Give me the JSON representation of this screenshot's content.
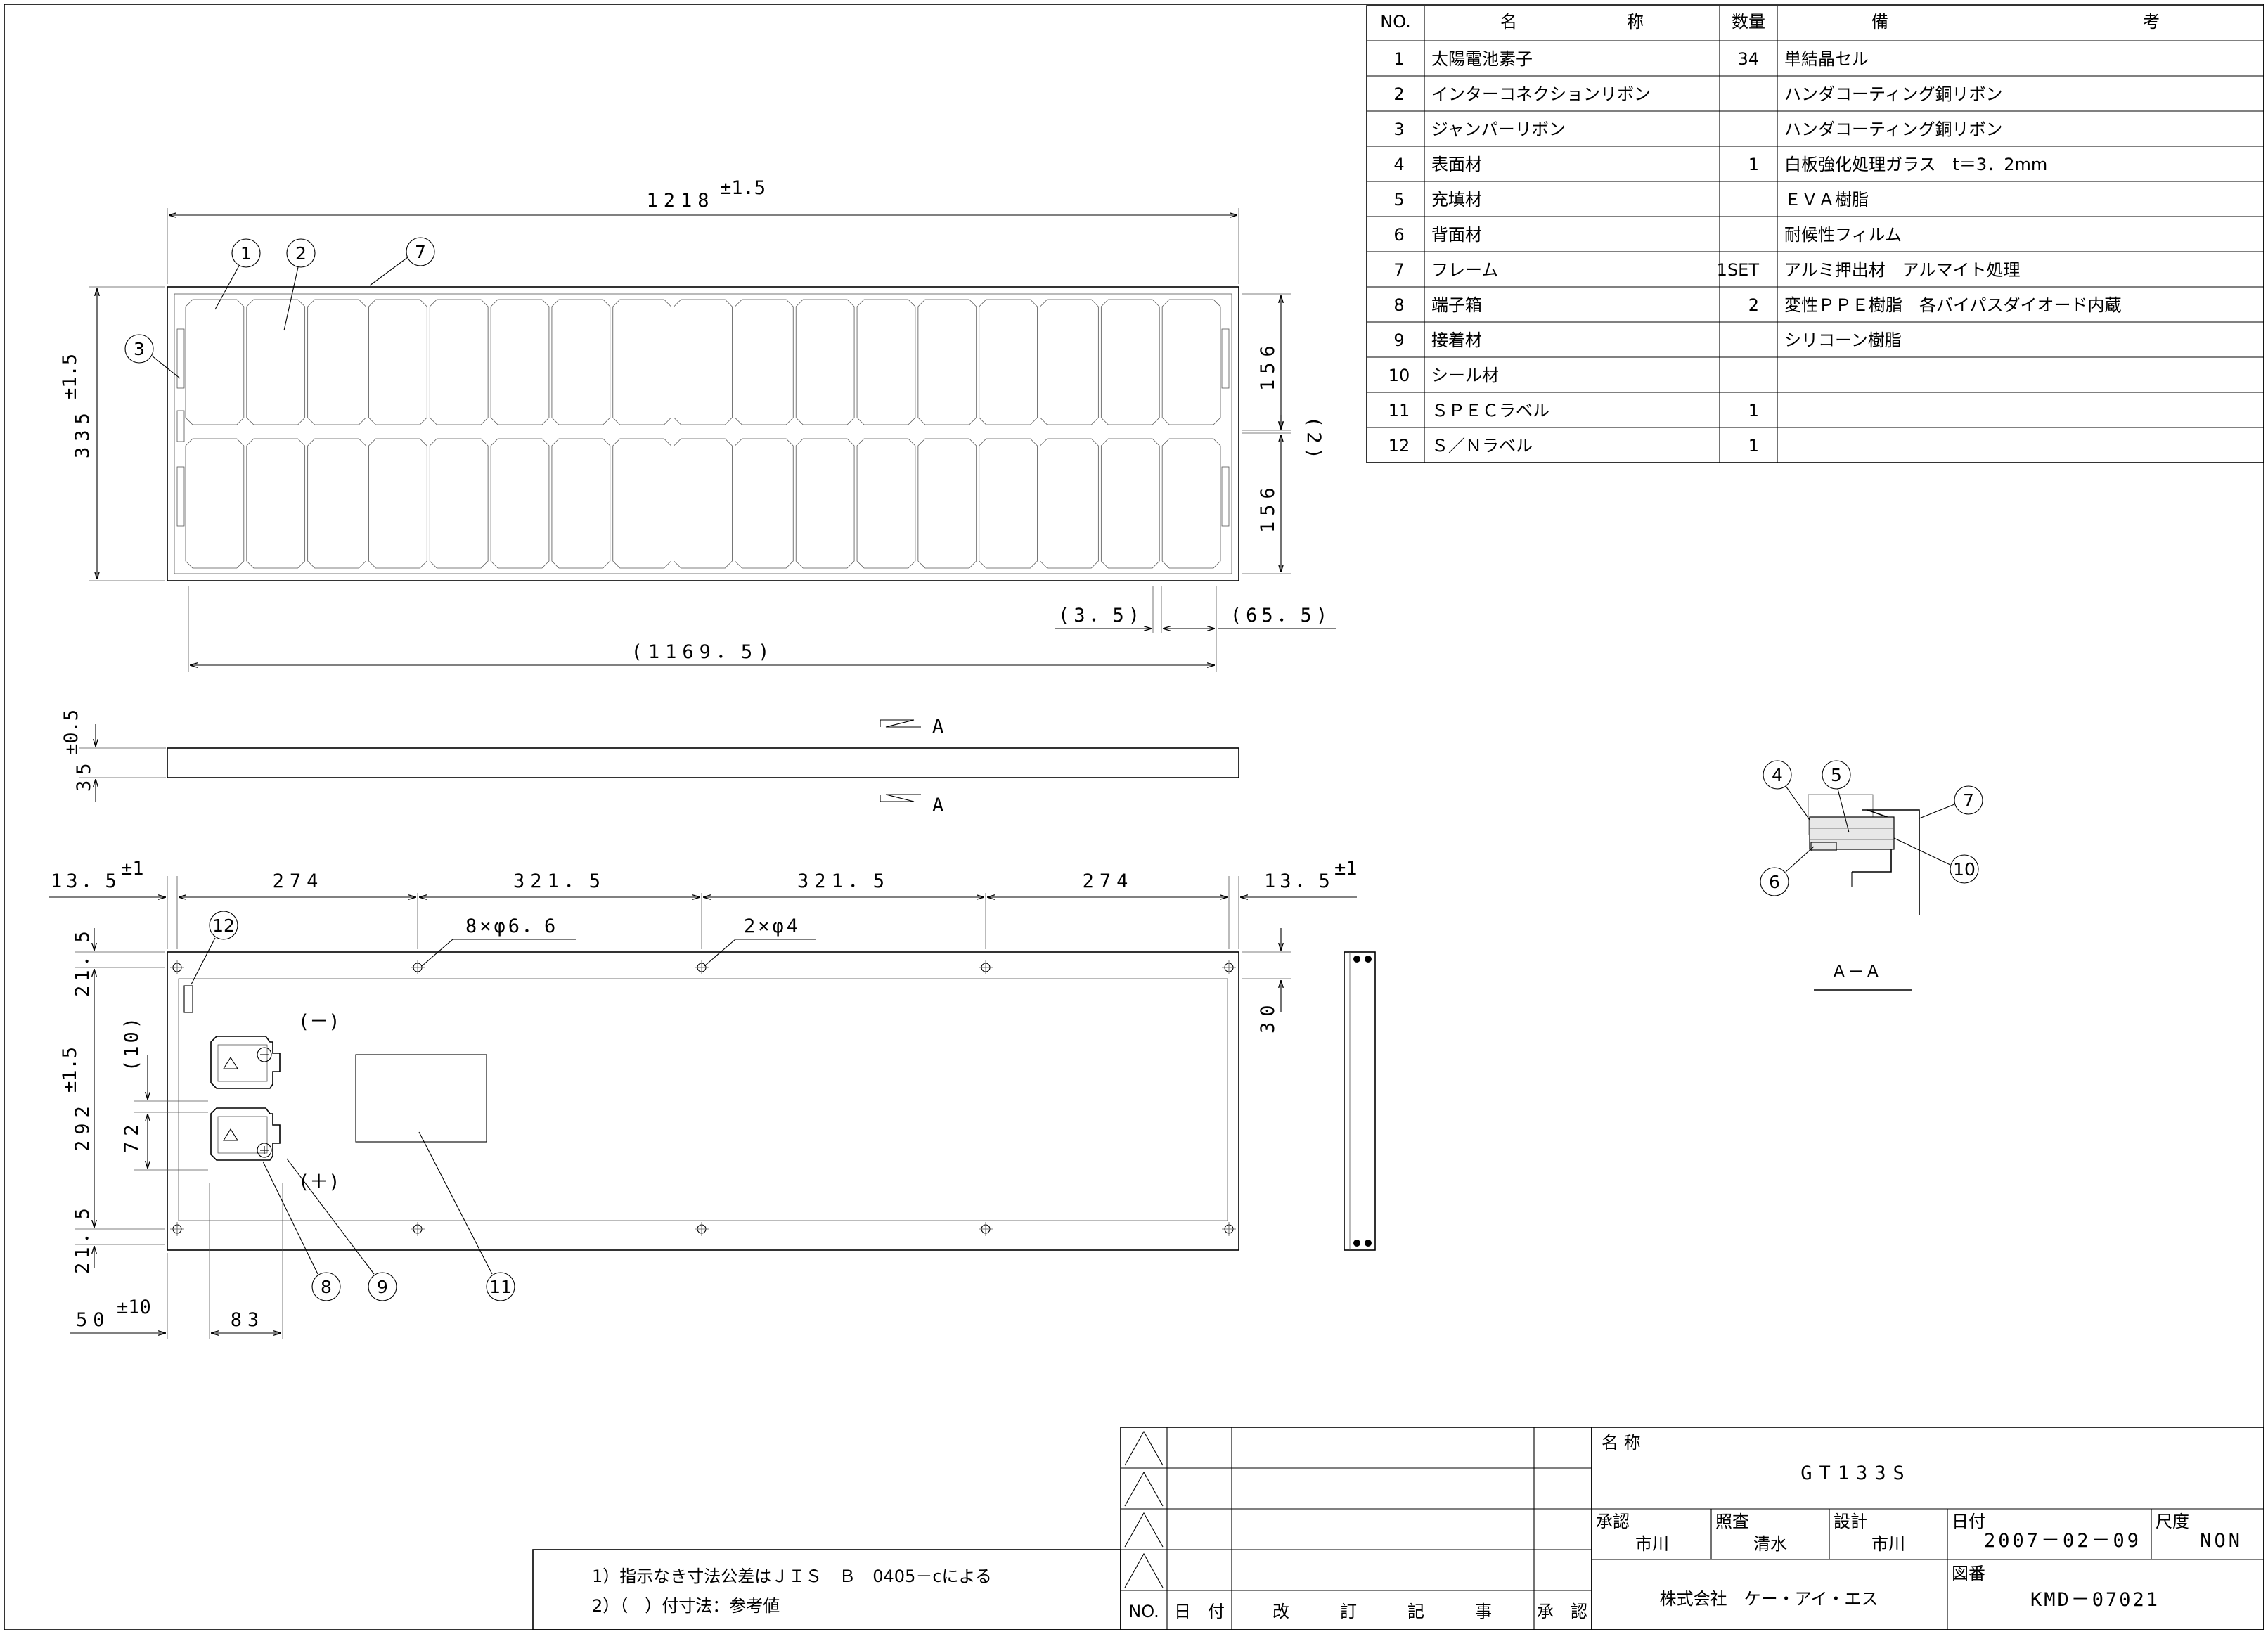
{
  "parts_table": {
    "headers": {
      "no": "NO.",
      "name_a": "名",
      "name_b": "称",
      "qty": "数量",
      "remark_a": "備",
      "remark_b": "考"
    },
    "rows": [
      {
        "no": "1",
        "name": "太陽電池素子",
        "qty": "34",
        "remark": "単結晶セル"
      },
      {
        "no": "2",
        "name": "インターコネクションリボン",
        "qty": "",
        "remark": "ハンダコーティング銅リボン"
      },
      {
        "no": "3",
        "name": "ジャンパーリボン",
        "qty": "",
        "remark": "ハンダコーティング銅リボン"
      },
      {
        "no": "4",
        "name": "表面材",
        "qty": "1",
        "remark": "白板強化処理ガラス　t＝3．2mm"
      },
      {
        "no": "5",
        "name": "充填材",
        "qty": "",
        "remark": "ＥＶＡ樹脂"
      },
      {
        "no": "6",
        "name": "背面材",
        "qty": "",
        "remark": "耐候性フィルム"
      },
      {
        "no": "7",
        "name": "フレーム",
        "qty": "1SET",
        "remark": "アルミ押出材　アルマイト処理"
      },
      {
        "no": "8",
        "name": "端子箱",
        "qty": "2",
        "remark": "変性ＰＰＥ樹脂　各バイパスダイオード内蔵"
      },
      {
        "no": "9",
        "name": "接着材",
        "qty": "",
        "remark": "シリコーン樹脂"
      },
      {
        "no": "10",
        "name": "シール材",
        "qty": "",
        "remark": ""
      },
      {
        "no": "11",
        "name": "ＳＰＥＣラベル",
        "qty": "1",
        "remark": ""
      },
      {
        "no": "12",
        "name": "Ｓ／Ｎラベル",
        "qty": "1",
        "remark": ""
      }
    ]
  },
  "front_view": {
    "dim_width": "1218",
    "dim_width_tol": "±1.5",
    "dim_height": "335",
    "dim_height_tol": "±1.5",
    "dim_cell_upper": "156",
    "dim_cell_lower": "156",
    "dim_gap": "(2)",
    "dim_left_small": "(3．5)",
    "dim_right_small": "(65．5)",
    "dim_string": "(1169．5)"
  },
  "side_view": {
    "dim_thickness": "35",
    "dim_thickness_tol": "±0.5",
    "section_mark": "A"
  },
  "rear_view": {
    "top_dims": {
      "end_left": "13．5",
      "end_tol": "±1",
      "span_1": "274",
      "span_2": "321．5",
      "span_3": "321．5",
      "span_4": "274",
      "end_right": "13．5"
    },
    "hole_note_1": "8×φ6．6",
    "hole_note_2": "2×φ4",
    "dim_edge_top": "21．5",
    "dim_edge_bottom": "21．5",
    "dim_hole_pitch": "292",
    "dim_hole_pitch_tol": "±1.5",
    "dim_10": "(10)",
    "dim_72": "72",
    "dim_30": "30",
    "dim_50": "50",
    "dim_50_tol": "±10",
    "dim_83": "83",
    "polarity_negative": "(－)",
    "polarity_positive": "(＋)"
  },
  "section": {
    "title": "Ａ－Ａ"
  },
  "notes": [
    "1）指示なき寸法公差はＪＩＳ　Ｂ　0405－cによる",
    "2）（　）付寸法：参考値"
  ],
  "revision_block": {
    "col_no": "NO.",
    "col_date": "日　付",
    "col_desc": "改　　　訂　　　記　　　事",
    "col_appr": "承　認"
  },
  "title_block": {
    "name_label": "名 称",
    "name": "GT133S",
    "approved_label": "承認",
    "approved_by": "市川",
    "checked_label": "照査",
    "checked_by": "清水",
    "designed_label": "設計",
    "designed_by": "市川",
    "date_label": "日付",
    "date": "2007－02－09",
    "scale_label": "尺度",
    "scale": "NON",
    "company": "株式会社　ケー・アイ・エス",
    "drawing_no_label": "図番",
    "drawing_no": "KMD－07021"
  }
}
